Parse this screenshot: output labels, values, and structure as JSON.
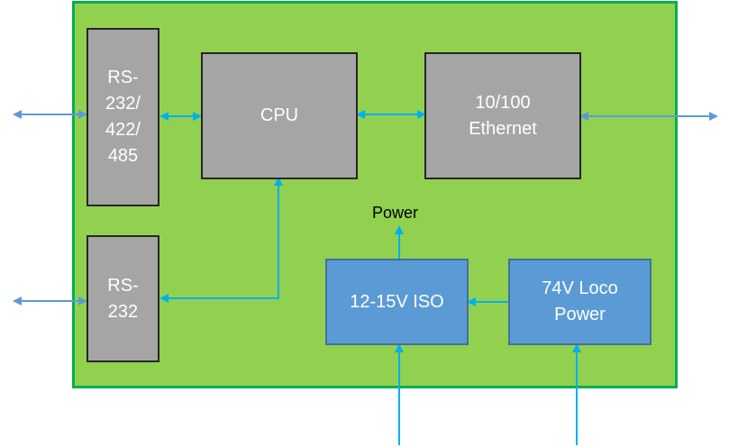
{
  "diagram": {
    "board": {
      "fill": "#92d050",
      "border": "#00b050"
    },
    "blocks": {
      "rs232_422_485": {
        "label": "RS-\n232/\n422/\n485"
      },
      "cpu": {
        "label": "CPU"
      },
      "ethernet": {
        "label": "10/100\nEthernet"
      },
      "rs232": {
        "label": "RS-\n232"
      },
      "iso_supply": {
        "label": "12-15V ISO"
      },
      "loco_power": {
        "label": "74V Loco\nPower"
      }
    },
    "labels": {
      "power_out": "Power"
    },
    "colors": {
      "gray_block": "#a5a5a5",
      "blue_block": "#5b9bd5",
      "external_arrow": "#5b9bd5",
      "internal_arrow": "#00b0f0"
    },
    "connections": [
      {
        "from": "external",
        "to": "rs232_422_485",
        "direction": "bidirectional"
      },
      {
        "from": "rs232_422_485",
        "to": "cpu",
        "direction": "bidirectional"
      },
      {
        "from": "cpu",
        "to": "ethernet",
        "direction": "bidirectional"
      },
      {
        "from": "ethernet",
        "to": "external",
        "direction": "bidirectional"
      },
      {
        "from": "external",
        "to": "rs232",
        "direction": "bidirectional"
      },
      {
        "from": "rs232",
        "to": "cpu",
        "direction": "bidirectional"
      },
      {
        "from": "iso_supply",
        "to": "power_out",
        "direction": "forward"
      },
      {
        "from": "loco_power",
        "to": "iso_supply",
        "direction": "forward"
      },
      {
        "from": "external",
        "to": "iso_supply",
        "direction": "forward"
      },
      {
        "from": "external",
        "to": "loco_power",
        "direction": "forward"
      }
    ]
  }
}
